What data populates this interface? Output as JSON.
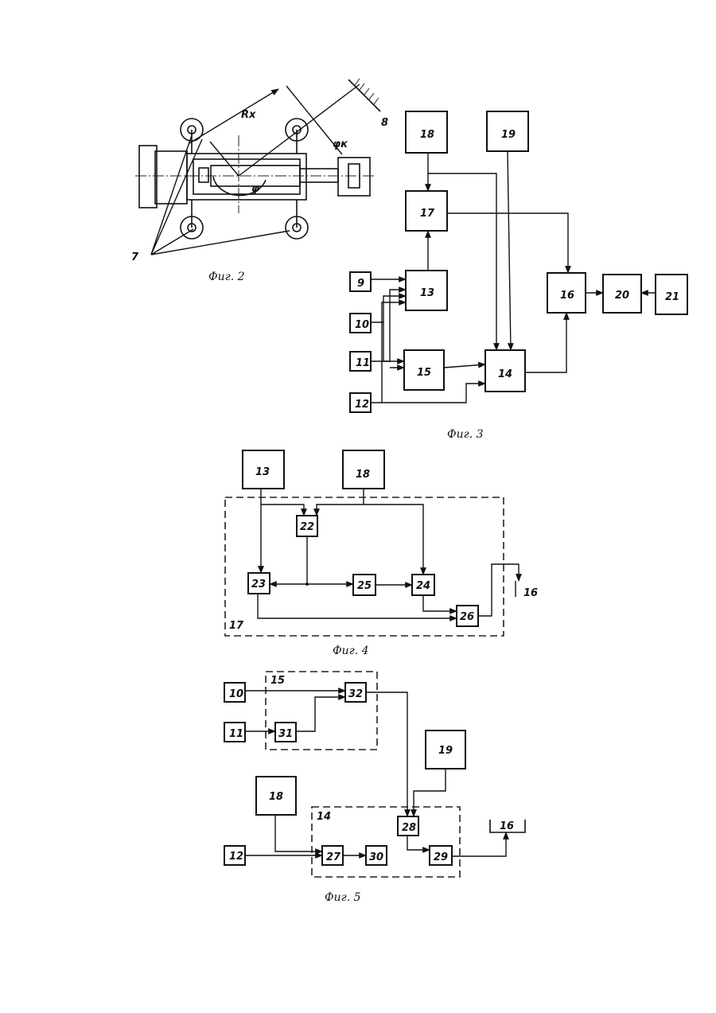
{
  "fig2": {
    "caption": "Фиг. 2",
    "label_radius": "Rx",
    "label_wall": "8",
    "label_angle_k": "φк",
    "label_angle": "φ",
    "label_wheels": "7"
  },
  "fig3": {
    "caption": "Фиг. 3",
    "blocks": {
      "b18": "18",
      "b19": "19",
      "b17": "17",
      "b13": "13",
      "b15": "15",
      "b14": "14",
      "b16": "16",
      "b20": "20",
      "b21": "21",
      "b9": "9",
      "b10": "10",
      "b11": "11",
      "b12": "12"
    }
  },
  "fig4": {
    "caption": "Фиг. 4",
    "group_label": "17",
    "blocks": {
      "b13": "13",
      "b18": "18",
      "b22": "22",
      "b23": "23",
      "b25": "25",
      "b24": "24",
      "b26": "26"
    },
    "output_label": "16"
  },
  "fig5": {
    "caption": "Фиг. 5",
    "group15_label": "15",
    "group14_label": "14",
    "blocks": {
      "b10": "10",
      "b11": "11",
      "b32": "32",
      "b31": "31",
      "b19": "19",
      "b18": "18",
      "b12": "12",
      "b28": "28",
      "b27": "27",
      "b30": "30",
      "b29": "29"
    },
    "output_label": "16"
  }
}
